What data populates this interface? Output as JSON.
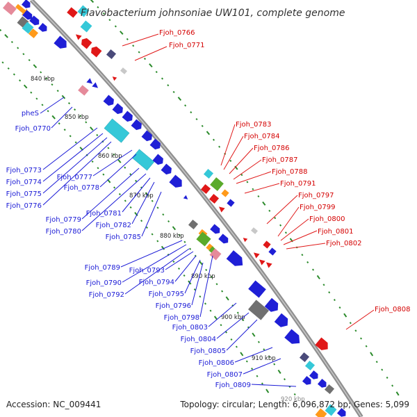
{
  "title": "Flavobacterium johnsoniae UW101, complete genome",
  "accession_label": "Accession: NC_009441",
  "summary_label": "Topology: circular; Length: 6,096,872 bp; Genes: 5,099",
  "kbp_ticks": [
    "840 kbp",
    "850 kbp",
    "860 kbp",
    "870 kbp",
    "880 kbp",
    "890 kbp",
    "900 kbp",
    "910 kbp",
    "920 kbp"
  ],
  "labels_right": [
    "Fjoh_0766",
    "Fjoh_0771",
    "Fjoh_0783",
    "Fjoh_0784",
    "Fjoh_0786",
    "Fjoh_0787",
    "Fjoh_0788",
    "Fjoh_0791",
    "Fjoh_0797",
    "Fjoh_0799",
    "Fjoh_0800",
    "Fjoh_0801",
    "Fjoh_0802",
    "Fjoh_0808"
  ],
  "labels_left": [
    "pheS",
    "Fjoh_0770",
    "Fjoh_0773",
    "Fjoh_0774",
    "Fjoh_0775",
    "Fjoh_0776",
    "Fjoh_0777",
    "Fjoh_0778",
    "Fjoh_0779",
    "Fjoh_0780",
    "Fjoh_0781",
    "Fjoh_0782",
    "Fjoh_0785",
    "Fjoh_0789",
    "Fjoh_0790",
    "Fjoh_0792",
    "Fjoh_0793",
    "Fjoh_0794",
    "Fjoh_0795",
    "Fjoh_0796",
    "Fjoh_0798",
    "Fjoh_0803",
    "Fjoh_0804",
    "Fjoh_0805",
    "Fjoh_0806",
    "Fjoh_0807",
    "Fjoh_0809"
  ],
  "colors": {
    "backbone": "#8c8c8c",
    "forward_strand": "#1f1fd6",
    "reverse_strand": "#e01818",
    "rna_cyan": "#35c8d8",
    "dark_slate": "#4a4a7a",
    "gray": "#707070",
    "orange": "#ff9a1a",
    "green": "#5aaa2a",
    "pink": "#e58a9a",
    "gc_marks": "#2a8a2a",
    "label_red": "#d40000",
    "label_blue": "#1a1ad6"
  }
}
